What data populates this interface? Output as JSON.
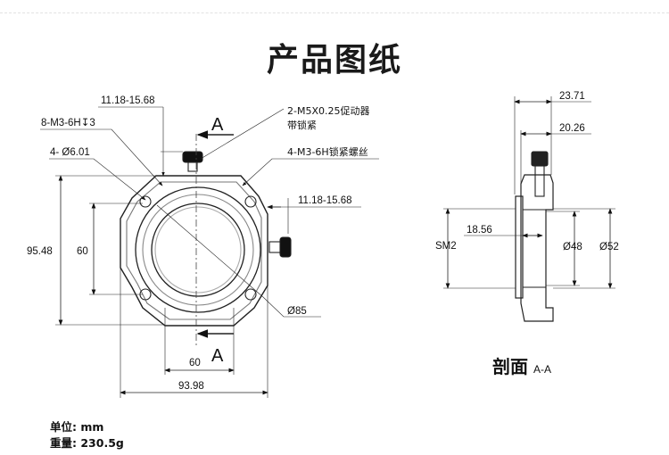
{
  "title": "产品图纸",
  "front_view": {
    "dim_top_gap": "11.18-15.68",
    "dim_side_gap": "11.18-15.68",
    "holes_threaded": "8-M3-6H↧3",
    "holes_dia": "4- Ø6.01",
    "actuator_line1": "2-M5X0.25促动器",
    "actuator_line2": "带锁紧",
    "lock_screw": "4-M3-6H锁紧螺丝",
    "height_outer": "95.48",
    "height_inner": "60",
    "width_inner": "60",
    "width_outer": "93.98",
    "diameter": "Ø85",
    "section_mark_top": "A",
    "section_mark_bottom": "A"
  },
  "side_view": {
    "dim_total": "23.71",
    "dim_body": "20.26",
    "dim_depth": "18.56",
    "thread": "SM2",
    "dia_inner": "Ø48",
    "dia_outer": "Ø52",
    "section_label": "剖面",
    "section_name": "A-A"
  },
  "specs": {
    "unit": "单位: mm",
    "weight": "重量: 230.5g"
  }
}
